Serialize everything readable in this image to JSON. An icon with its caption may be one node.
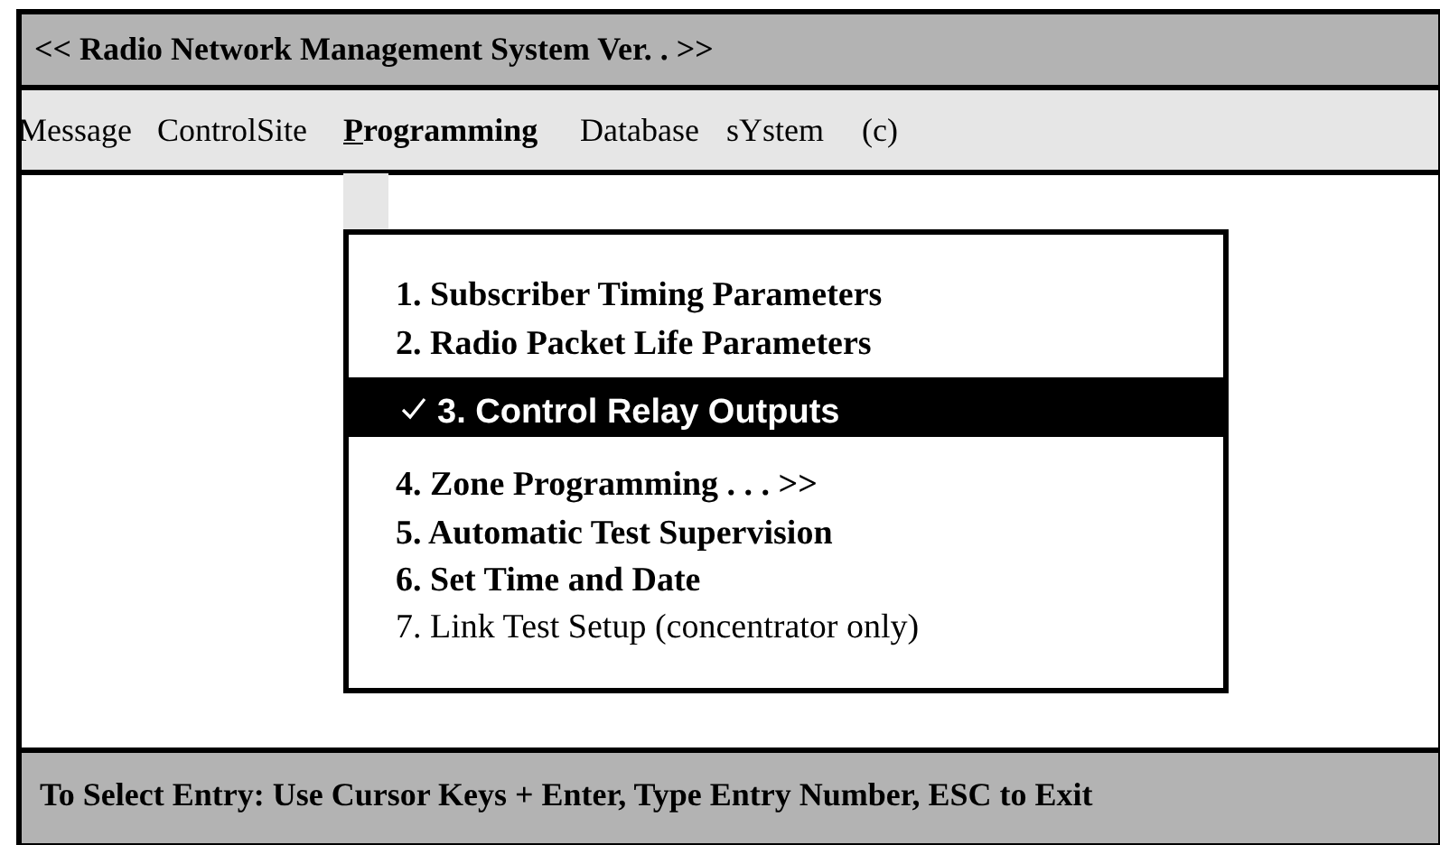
{
  "diagram": {
    "title": "<< Radio Network Management System Ver. . >>",
    "labels": [
      "Message",
      "ControlSite",
      "Programming",
      "Database",
      "sYstem",
      "(c)",
      "1. Subscriber Timing Parameters",
      "2. Radio Packet Life Parameters",
      "3. Control Relay Outputs",
      "4. Zone Programming . . . >>",
      "5. Automatic Test Supervision",
      "6. Set Time and Date",
      "7. Link Test Setup (concentrator only)",
      "To Select Entry: Use Cursor Keys + Enter, Type Entry Number, ESC to Exit"
    ]
  }
}
